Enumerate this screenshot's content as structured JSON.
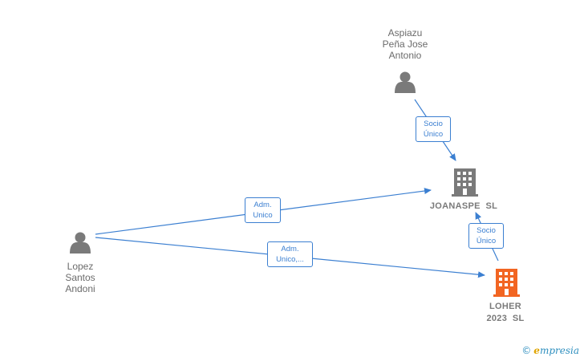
{
  "colors": {
    "edge": "#3b7fd1",
    "person": "#7a7a7a",
    "company": "#7a7a7a",
    "company_highlight": "#f26522"
  },
  "nodes": {
    "aspiazu": {
      "lines": [
        "Aspiazu",
        "Peña Jose",
        "Antonio"
      ],
      "icon": "person-icon"
    },
    "lopez": {
      "lines": [
        "Lopez",
        "Santos",
        "Andoni"
      ],
      "icon": "person-icon"
    },
    "joanaspe": {
      "lines": [
        "JOANASPE  SL"
      ],
      "icon": "building-icon"
    },
    "loher": {
      "lines": [
        "LOHER",
        "2023  SL"
      ],
      "icon": "building-icon"
    }
  },
  "edges": {
    "aspiazu_joanaspe": {
      "lines": [
        "Socio",
        "Único"
      ]
    },
    "lopez_joanaspe": {
      "lines": [
        "Adm.",
        "Unico"
      ]
    },
    "lopez_loher": {
      "lines": [
        "Adm.",
        "Unico,..."
      ]
    },
    "loher_joanaspe": {
      "lines": [
        "Socio",
        "Único"
      ]
    }
  },
  "brand": {
    "copyright": "©",
    "initial": "e",
    "rest": "mpresia"
  }
}
